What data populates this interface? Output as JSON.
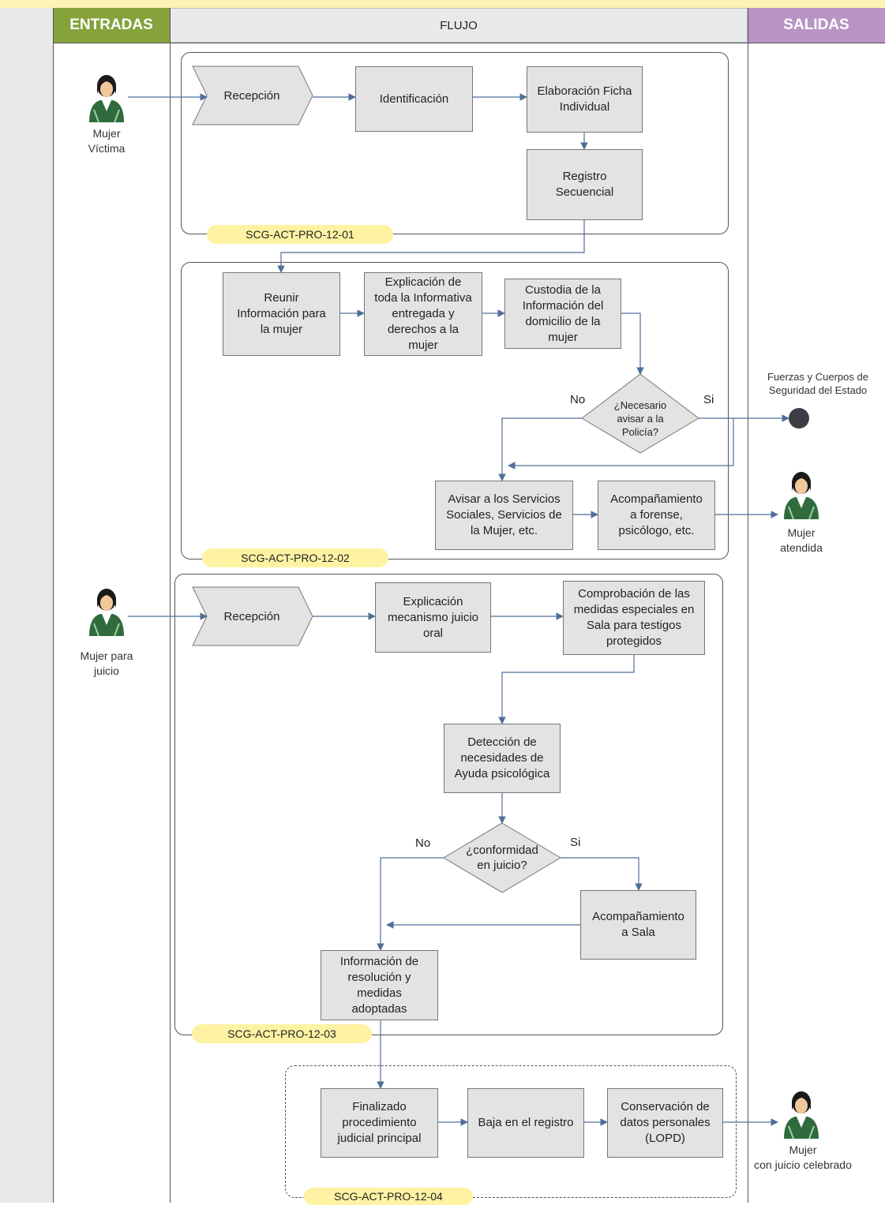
{
  "headers": {
    "entradas": "ENTRADAS",
    "flujo": "FLUJO",
    "salidas": "SALIDAS"
  },
  "colors": {
    "entradas": "#86a23b",
    "salidas": "#b894c4",
    "box": "#e3e3e3",
    "tag": "#fdf3a3",
    "arrow": "#4f6f9a"
  },
  "actors": {
    "mujer_victima": "Mujer\nVíctima",
    "mujer_juicio": "Mujer para\njuicio",
    "mujer_atendida": "Mujer\natendida",
    "mujer_celebrado": "Mujer\ncon juicio celebrado",
    "fuerzas": "Fuerzas y Cuerpos de\nSeguridad del Estado"
  },
  "group1": {
    "tag": "SCG-ACT-PRO-12-01",
    "recepcion": "Recepción",
    "identificacion": "Identificación",
    "elaboracion": "Elaboración Ficha\nIndividual",
    "registro": "Registro\nSecuencial"
  },
  "group2": {
    "tag": "SCG-ACT-PRO-12-02",
    "reunir": "Reunir\nInformación para\nla mujer",
    "explicacion": "Explicación de\ntoda la Informativa\nentregada y\nderechos a la\nmujer",
    "custodia": "Custodia de la\nInformación del\ndomicilio de la\nmujer",
    "decision": "¿Necesario\navisar a la\nPolicía?",
    "no": "No",
    "si": "Si",
    "avisar": "Avisar a los Servicios\nSociales, Servicios de\nla Mujer, etc.",
    "acompanamiento": "Acompañamiento\na forense,\npsicólogo, etc."
  },
  "group3": {
    "tag": "SCG-ACT-PRO-12-03",
    "recepcion": "Recepción",
    "explicacion": "Explicación\nmecanismo juicio\noral",
    "comprobacion": "Comprobación de las\nmedidas especiales en\nSala para testigos\nprotegidos",
    "deteccion": "Detección de\nnecesidades de\nAyuda psicológica",
    "decision": "¿conformidad\nen juicio?",
    "no": "No",
    "si": "Si",
    "acompanamiento": "Acompañamiento\na Sala",
    "informacion": "Información de\nresolución y\nmedidas\nadoptadas"
  },
  "group4": {
    "tag": "SCG-ACT-PRO-12-04",
    "finalizado": "Finalizado\nprocedimiento\njudicial principal",
    "baja": "Baja en el registro",
    "conservacion": "Conservación de\ndatos personales\n(LOPD)"
  }
}
